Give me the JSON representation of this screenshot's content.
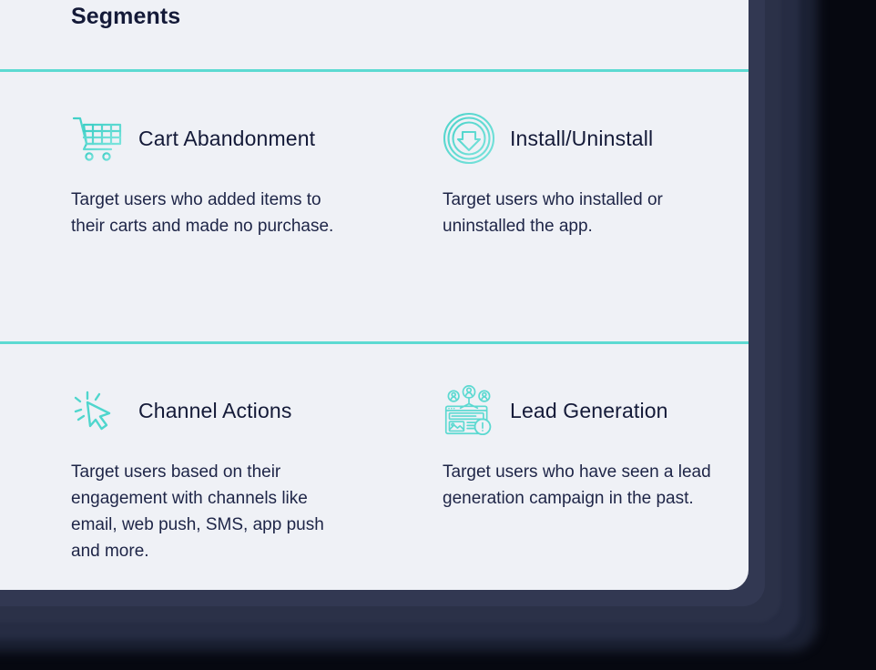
{
  "colors": {
    "accent": "#5ddad2",
    "card_background": "#eff1f6",
    "text_dark": "#141a38",
    "text_body": "#1e2547",
    "page_background": "#060810"
  },
  "card": {
    "title": "Segments",
    "segments": [
      {
        "icon": "shopping-cart-icon",
        "name": "Cart Abandonment",
        "description": "Target users who added items to their carts and made no purchase."
      },
      {
        "icon": "install-download-circle-icon",
        "name": "Install/Uninstall",
        "description": "Target users who installed or uninstalled the app."
      },
      {
        "icon": "click-cursor-icon",
        "name": "Channel Actions",
        "description": "Target users based on their engagement with channels like email, web push, SMS, app push and more."
      },
      {
        "icon": "lead-generation-browser-icon",
        "name": "Lead Generation",
        "description": "Target users who have seen a lead generation campaign in the past."
      }
    ]
  }
}
